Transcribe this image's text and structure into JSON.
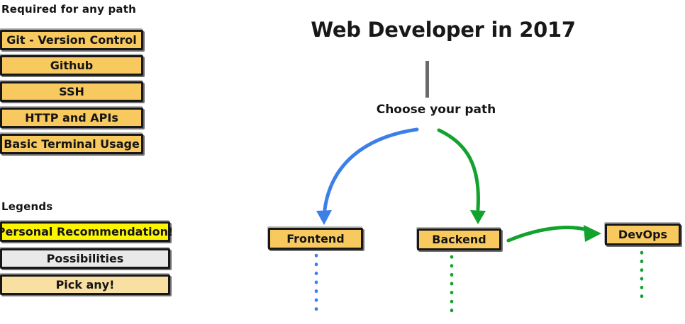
{
  "palette": {
    "box_yellow": "#f7c95f",
    "legend_yellow": "#fdf500",
    "legend_gray": "#e9e9e9",
    "legend_tan": "#f8dfa2",
    "arrow_blue": "#3d7fe8",
    "arrow_green": "#14a22e",
    "connector_gray": "#6b6b6b",
    "border_dark": "#171717"
  },
  "required_section": {
    "heading": "Required for any path",
    "items": [
      "Git - Version Control",
      "Github",
      "SSH",
      "HTTP and APIs",
      "Basic Terminal Usage"
    ]
  },
  "legend_section": {
    "heading": "Legends",
    "items": [
      {
        "label": "Personal Recommendation!",
        "type": "recommendation"
      },
      {
        "label": "Possibilities",
        "type": "possibility"
      },
      {
        "label": "Pick any!",
        "type": "pick-any"
      }
    ]
  },
  "main": {
    "title": "Web Developer in 2017",
    "prompt": "Choose your path",
    "paths": [
      {
        "label": "Frontend",
        "branch_color": "blue"
      },
      {
        "label": "Backend",
        "branch_color": "green"
      },
      {
        "label": "DevOps",
        "branch_color": "green"
      }
    ]
  }
}
